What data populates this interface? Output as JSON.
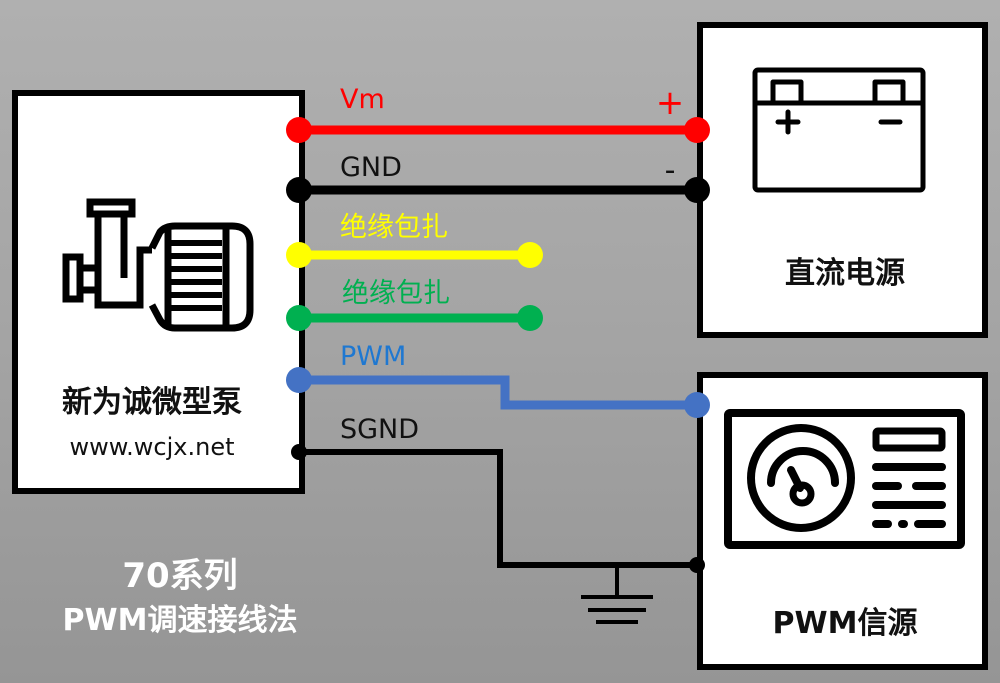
{
  "pump": {
    "title": "新为诚微型泵",
    "url": "www.wcjx.net",
    "icon": "pump-motor-icon"
  },
  "dc_source": {
    "title": "直流电源",
    "icon": "battery-icon",
    "plus_mark": "+",
    "minus_mark": "−"
  },
  "pwm_source": {
    "title": "PWM信源",
    "icon": "signal-generator-icon"
  },
  "wires": [
    {
      "id": "vm",
      "label": "Vm",
      "color": "#ff0000",
      "terminal": "dc-plus"
    },
    {
      "id": "gnd",
      "label": "GND",
      "color": "#000000",
      "terminal": "dc-minus"
    },
    {
      "id": "yellow",
      "label": "绝缘包扎",
      "color": "#ffff00",
      "terminal": "insulated"
    },
    {
      "id": "green",
      "label": "绝缘包扎",
      "color": "#00b050",
      "terminal": "insulated"
    },
    {
      "id": "pwm",
      "label": "PWM",
      "color": "#4472c4",
      "terminal": "pwm-signal"
    },
    {
      "id": "sgnd",
      "label": "SGND",
      "color": "#000000",
      "terminal": "pwm-ground"
    }
  ],
  "polarity": {
    "plus": "+",
    "minus": "-"
  },
  "footer": {
    "line1": "70系列",
    "line2": "PWM调速接线法"
  },
  "colors": {
    "background": "#a6a6a6",
    "box_fill": "#ffffff",
    "box_stroke": "#000000",
    "label_text": "#111111",
    "footer_text": "#ffffff"
  }
}
